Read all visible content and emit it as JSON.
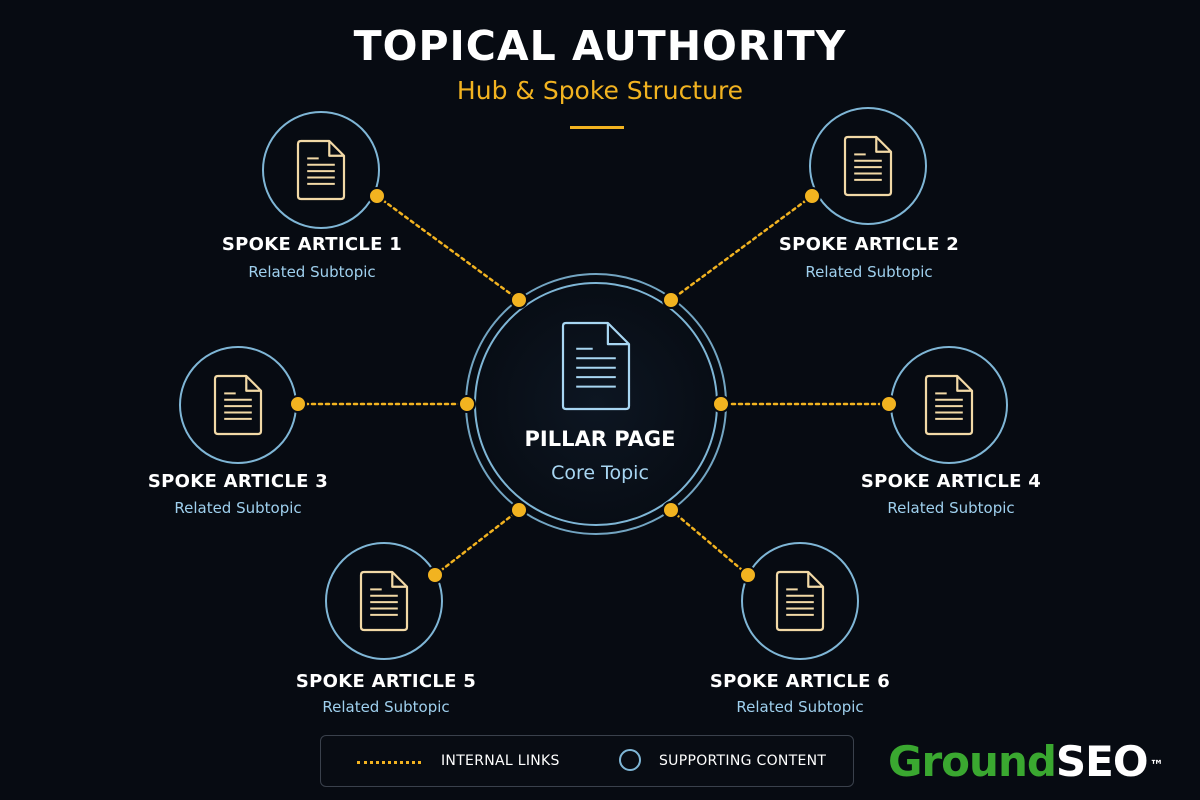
{
  "header": {
    "title": "TOPICAL AUTHORITY",
    "subtitle": "Hub & Spoke Structure"
  },
  "hub": {
    "title": "PILLAR PAGE",
    "subtitle": "Core Topic"
  },
  "spokes": [
    {
      "title": "SPOKE ARTICLE 1",
      "subtitle": "Related Subtopic"
    },
    {
      "title": "SPOKE ARTICLE 2",
      "subtitle": "Related Subtopic"
    },
    {
      "title": "SPOKE ARTICLE 3",
      "subtitle": "Related Subtopic"
    },
    {
      "title": "SPOKE ARTICLE 4",
      "subtitle": "Related Subtopic"
    },
    {
      "title": "SPOKE ARTICLE 5",
      "subtitle": "Related Subtopic"
    },
    {
      "title": "SPOKE ARTICLE 6",
      "subtitle": "Related Subtopic"
    }
  ],
  "legend": {
    "links_label": "INTERNAL LINKS",
    "content_label": "SUPPORTING CONTENT"
  },
  "brand": {
    "name_part1": "Ground",
    "name_part2": "SEO",
    "trademark": "™"
  },
  "colors": {
    "background": "#070b12",
    "accent": "#f2b320",
    "ring": "#7fb6d6",
    "brand_green": "#3aa830"
  },
  "icons": {
    "document": "document-icon",
    "connector": "dotted-link"
  }
}
